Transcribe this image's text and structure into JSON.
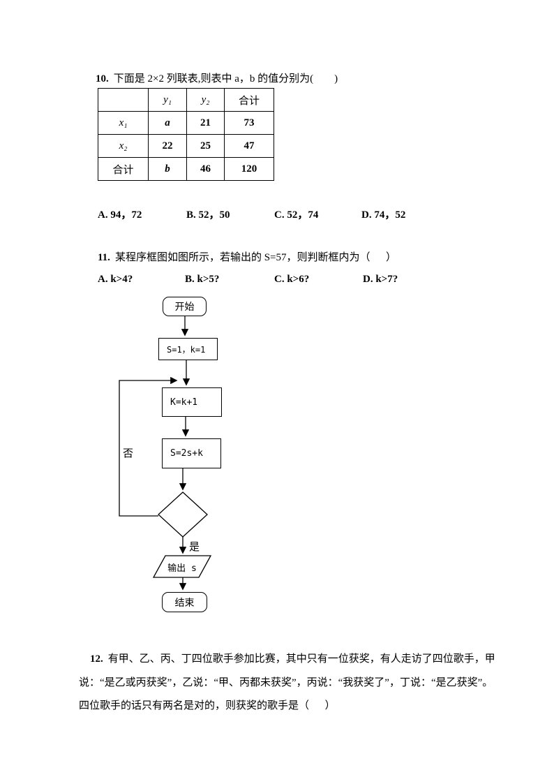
{
  "colors": {
    "ink": "#000000",
    "paper": "#ffffff"
  },
  "q10": {
    "number": "10.",
    "text": "下面是 2×2 列联表,则表中 a，b 的值分别为(        )",
    "table": {
      "headers": [
        "",
        "y₁",
        "y₂",
        "合计"
      ],
      "rows": [
        [
          "x₁",
          "a",
          "21",
          "73"
        ],
        [
          "x₂",
          "22",
          "25",
          "47"
        ],
        [
          "合计",
          "b",
          "46",
          "120"
        ]
      ]
    },
    "options": [
      "A. 94，72",
      "B. 52，50",
      "C. 52，74",
      "D. 74，52"
    ]
  },
  "q11": {
    "number": "11.",
    "text": "某程序框图如图所示，若输出的 S=57，则判断框内为（      ）",
    "options": [
      "A. k>4?",
      "B. k>5?",
      "C. k>6?",
      "D. k>7?"
    ],
    "flow": {
      "start": "开始",
      "init": "S=1，k=1",
      "step_k": "K=k+1",
      "step_s": "S=2s+k",
      "no_label": "否",
      "yes_label": "是",
      "output": "输出 s",
      "end": "结束"
    }
  },
  "q12": {
    "number": "12.",
    "line1": "有甲、乙、丙、丁四位歌手参加比赛，其中只有一位获奖，有人走访了四位歌手，甲",
    "line2": "说：“是乙或丙获奖”，乙说：“甲、丙都未获奖”，丙说：“我获奖了”，丁说：“是乙获奖”。",
    "line3": "四位歌手的话只有两名是对的，则获奖的歌手是（      ）"
  }
}
